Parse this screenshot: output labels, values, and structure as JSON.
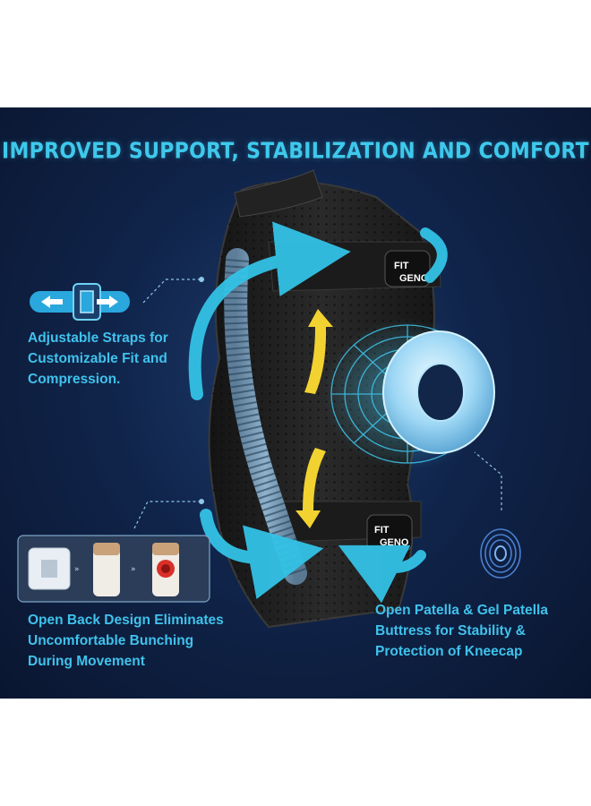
{
  "headline": "IMPROVED SUPPORT, STABILIZATION AND COMFORT",
  "features": {
    "straps": [
      "Adjustable Straps for",
      "Customizable Fit and",
      "Compression."
    ],
    "back": [
      "Open Back Design Eliminates",
      "Uncomfortable Bunching",
      "During Movement"
    ],
    "patella": [
      "Open Patella & Gel Patella",
      "Buttress for Stability &",
      "Protection of Kneecap"
    ]
  },
  "brand_logo": "FIT GENO",
  "colors": {
    "accent": "#3ec9ec",
    "background": "#0f2246",
    "arrow_support": "#f2d230"
  }
}
